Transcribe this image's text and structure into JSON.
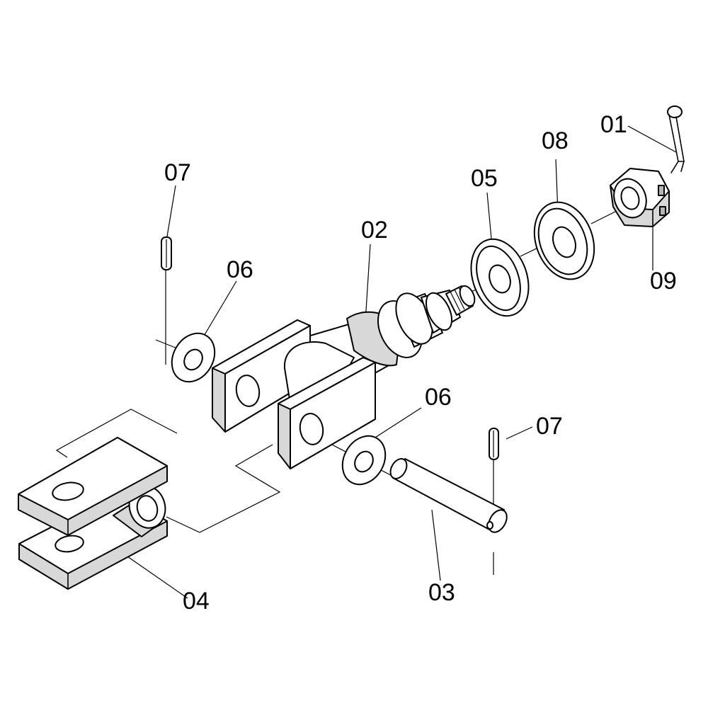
{
  "labels": {
    "p01": "01",
    "p02": "02",
    "p03": "03",
    "p04": "04",
    "p05": "05",
    "p06a": "06",
    "p06b": "06",
    "p07a": "07",
    "p07b": "07",
    "p08": "08",
    "p09": "09"
  },
  "colors": {
    "line": "#000000",
    "background": "#ffffff",
    "shade": "#d8d8d8"
  }
}
